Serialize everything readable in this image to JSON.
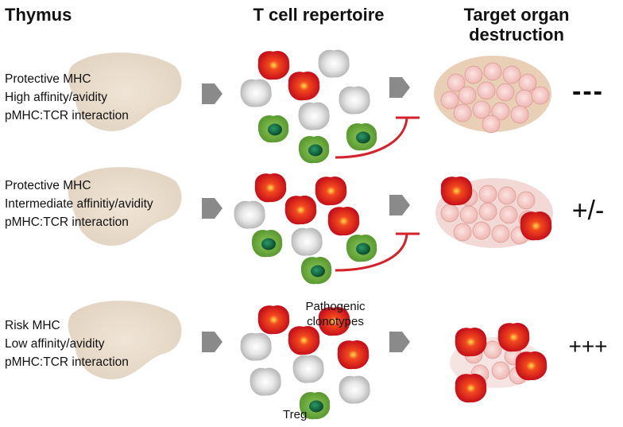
{
  "headers": {
    "thymus": "Thymus",
    "repertoire": "T cell repertoire",
    "target": "Target organ destruction"
  },
  "rows": [
    {
      "lines": [
        "Protective MHC",
        "High affinity/avidity",
        "pMHC:TCR interaction"
      ],
      "score": "---"
    },
    {
      "lines": [
        "Protective MHC",
        "Intermediate affinitiy/avidity",
        "pMHC:TCR interaction"
      ],
      "score": "+/-"
    },
    {
      "lines": [
        "Risk MHC",
        "Low affinity/avidity",
        "pMHC:TCR interaction"
      ],
      "score": "+++"
    }
  ],
  "labels": {
    "pathogenic": "Pathogenic clonotypes",
    "treg": "Treg"
  },
  "colors": {
    "pathogenic_cell": "#d9141b",
    "naive_cell": "#c9c9c9",
    "treg_cell": "#6aa63a",
    "inhibition": "#d6202a",
    "arrow": "#8a8a8a",
    "organ": "#f3c9c6"
  }
}
